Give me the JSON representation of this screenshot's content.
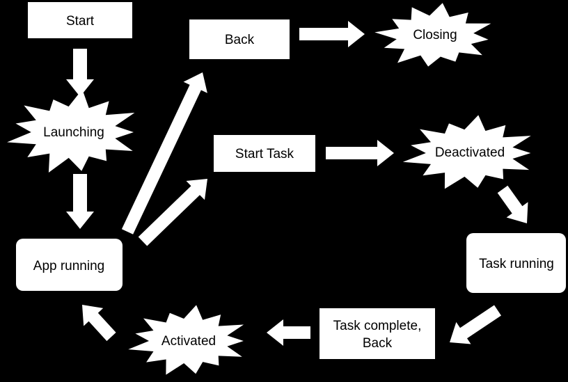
{
  "colors": {
    "background": "#000000",
    "shape_fill": "#ffffff",
    "text": "#000000"
  },
  "nodes": {
    "start": "Start",
    "back": "Back",
    "closing": "Closing",
    "launching": "Launching",
    "start_task": "Start Task",
    "deactivated": "Deactivated",
    "app_running": "App running",
    "task_running": "Task running",
    "task_complete_line1": "Task complete,",
    "task_complete_line2": "Back",
    "activated": "Activated"
  }
}
